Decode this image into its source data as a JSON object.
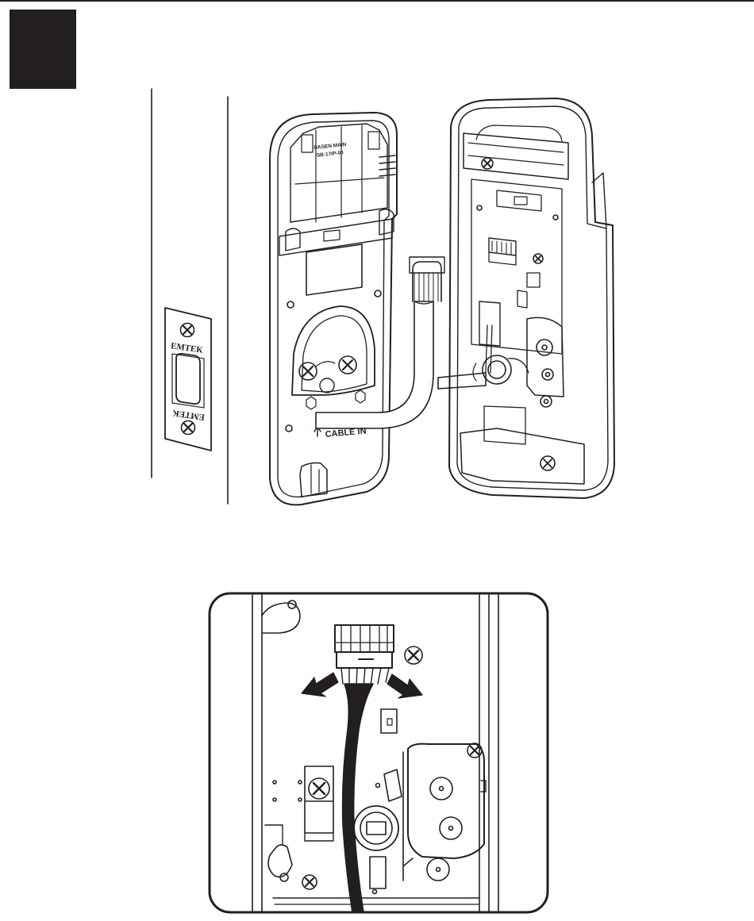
{
  "strike_plate": {
    "brand_top": "EMTEK",
    "brand_bottom": "EMTEK"
  },
  "back_plate": {
    "model_line_1": "DASEN MAIN",
    "model_line_2": "SB-17IP-00",
    "cable_label": "CABLE IN"
  },
  "colors": {
    "ink": "#231f20",
    "background": "#ffffff"
  }
}
